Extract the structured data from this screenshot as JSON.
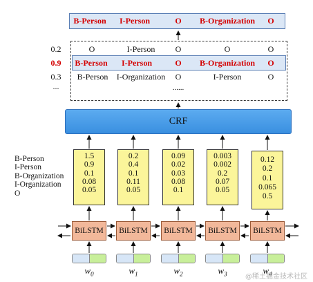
{
  "best_path": [
    "B-Person",
    "I-Person",
    "O",
    "B-Organization",
    "O"
  ],
  "candidates": [
    {
      "score": "0.2",
      "labels": [
        "O",
        "I-Person",
        "O",
        "O",
        "O"
      ],
      "highlight": false
    },
    {
      "score": "0.9",
      "labels": [
        "B-Person",
        "I-Person",
        "O",
        "B-Organization",
        "O"
      ],
      "highlight": true
    },
    {
      "score": "0.3",
      "labels": [
        "B-Person",
        "I-Organization",
        "O",
        "I-Person",
        "O"
      ],
      "highlight": false
    }
  ],
  "candidates_more_score": "...",
  "candidates_more_label": "......",
  "crf_label": "CRF",
  "legend": [
    "B-Person",
    "I-Person",
    "B-Organization",
    "I-Organization",
    "O"
  ],
  "scores": [
    [
      "1.5",
      "0.9",
      "0.1",
      "0.08",
      "0.05"
    ],
    [
      "0.2",
      "0.4",
      "0.1",
      "0.11",
      "0.05"
    ],
    [
      "0.09",
      "0.02",
      "0.03",
      "0.08",
      "0.1"
    ],
    [
      "0.003",
      "0.002",
      "0.2",
      "0.07",
      "0.05"
    ],
    [
      "0.12",
      "0.2",
      "0.1",
      "0.065",
      "0.5"
    ]
  ],
  "lstm_label": "BiLSTM",
  "words": [
    {
      "base": "w",
      "sub": "0"
    },
    {
      "base": "w",
      "sub": "1"
    },
    {
      "base": "w",
      "sub": "2"
    },
    {
      "base": "w",
      "sub": "3"
    },
    {
      "base": "w",
      "sub": "4"
    }
  ],
  "watermark": "@稀土掘金技术社区",
  "colors": {
    "highlight_text": "#d40000",
    "highlight_fill": "#dbe7f6",
    "crf_fill": "#3a8fe0",
    "score_fill": "#fbf59a",
    "lstm_fill": "#f2b89a",
    "emb_left": "#d7e6f7",
    "emb_right": "#c8ef9a"
  }
}
